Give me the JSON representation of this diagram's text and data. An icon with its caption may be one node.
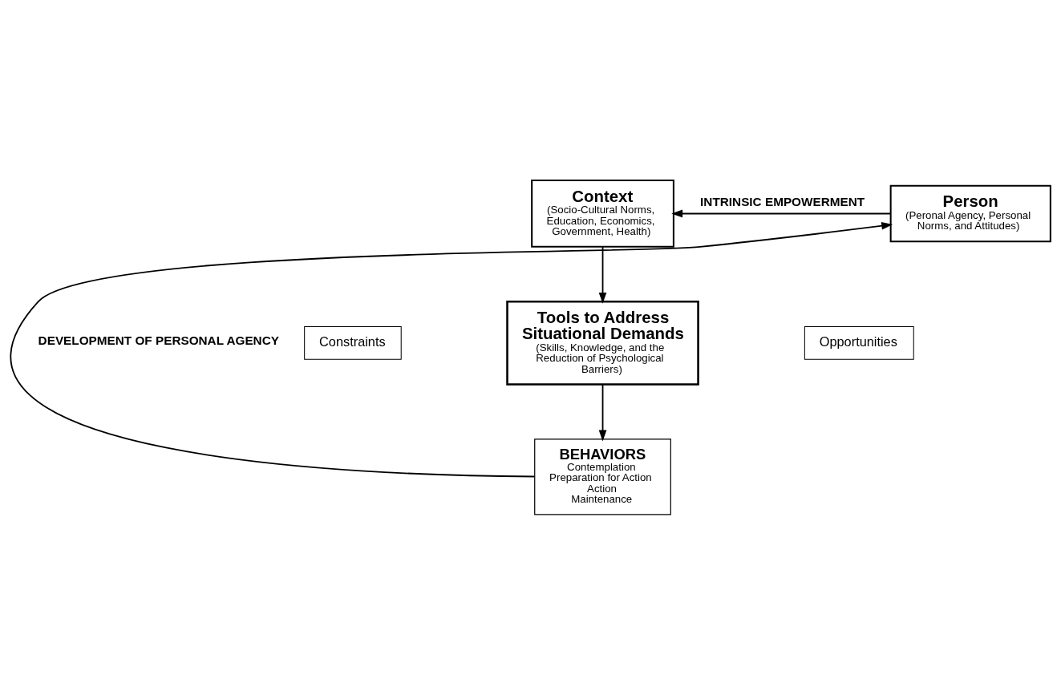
{
  "diagram": {
    "nodes": [
      {
        "text": [
          "Context",
          "(Socio-Cultural Norms, Education, Economics, Government, Health)"
        ]
      },
      {
        "text": [
          "Person",
          "(Peronal Agency, Personal Norms, and Attitudes)"
        ]
      },
      {
        "text": [
          "Tools to Address Situational Demands",
          "(Skills, Knowledge, and the Reduction of Psychological Barriers)"
        ]
      },
      {
        "text": [
          "BEHAVIORS",
          "Contemplation",
          "Preparation for Action",
          "Action",
          "Maintenance"
        ]
      },
      {
        "text": [
          "Constraints"
        ]
      },
      {
        "text": [
          "Opportunities"
        ]
      }
    ],
    "edges": [
      {
        "from": 1,
        "to": 0,
        "arrow": "to",
        "label": "INTRINSIC EMPOWERMENT"
      },
      {
        "from": 0,
        "to": 2,
        "arrow": "to"
      },
      {
        "from": 2,
        "to": 3,
        "arrow": "to"
      },
      {
        "from": 3,
        "to": 1,
        "arrow": "to",
        "label": "DEVELOPMENT OF PERSONAL AGENCY"
      }
    ]
  }
}
